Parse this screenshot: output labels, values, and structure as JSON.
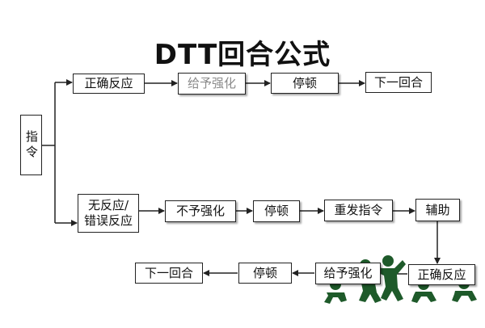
{
  "title": "DTT回合公式",
  "nodes": {
    "instruction": "指令",
    "top": {
      "correct_response": "正确反应",
      "give_reinforcement": "给予强化",
      "pause": "停顿",
      "next_round": "下一回合"
    },
    "middle": {
      "no_response_line1": "无反应/",
      "no_response_line2": "错误反应",
      "no_reinforcement": "不予强化",
      "pause": "停顿",
      "repeat_instruction": "重发指令",
      "prompt": "辅助"
    },
    "bottom": {
      "correct_response": "正确反应",
      "give_reinforcement": "给予强化",
      "pause": "停顿",
      "next_round": "下一回合"
    }
  },
  "colors": {
    "line": "#222222",
    "grey_text": "#8a8a8a",
    "figures": "#1e5a2a"
  }
}
